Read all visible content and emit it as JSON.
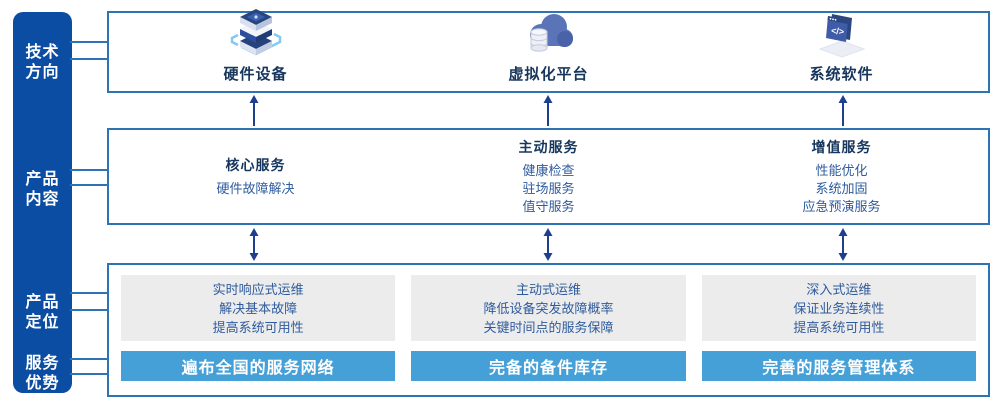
{
  "palette": {
    "sidebar_blue": "#0b4da2",
    "border_blue": "#2e74b5",
    "heading_navy": "#17365d",
    "body_blue": "#2f5b9d",
    "banner_blue": "#45a0d8",
    "panel_gray": "#ececec",
    "arrow_blue": "#1e3f8f"
  },
  "sidebar": {
    "labels": [
      {
        "line1": "技术",
        "line2": "方向"
      },
      {
        "line1": "产品",
        "line2": "内容"
      },
      {
        "line1": "产品",
        "line2": "定位"
      },
      {
        "line1": "服务",
        "line2": "优势"
      }
    ]
  },
  "tech_row": {
    "items": [
      {
        "icon": "server-stack-icon",
        "label": "硬件设备"
      },
      {
        "icon": "cloud-database-icon",
        "label": "虚拟化平台"
      },
      {
        "icon": "code-window-icon",
        "label": "系统软件"
      }
    ]
  },
  "content_row": {
    "columns": [
      {
        "heading": "核心服务",
        "items": [
          "硬件故障解决"
        ]
      },
      {
        "heading": "主动服务",
        "items": [
          "健康检查",
          "驻场服务",
          "值守服务"
        ]
      },
      {
        "heading": "增值服务",
        "items": [
          "性能优化",
          "系统加固",
          "应急预演服务"
        ]
      }
    ]
  },
  "positioning_row": {
    "columns": [
      {
        "lines": [
          "实时响应式运维",
          "解决基本故障",
          "提高系统可用性"
        ],
        "banner": "遍布全国的服务网络"
      },
      {
        "lines": [
          "主动式运维",
          "降低设备突发故障概率",
          "关键时间点的服务保障"
        ],
        "banner": "完备的备件库存"
      },
      {
        "lines": [
          "深入式运维",
          "保证业务连续性",
          "提高系统可用性"
        ],
        "banner": "完善的服务管理体系"
      }
    ]
  }
}
